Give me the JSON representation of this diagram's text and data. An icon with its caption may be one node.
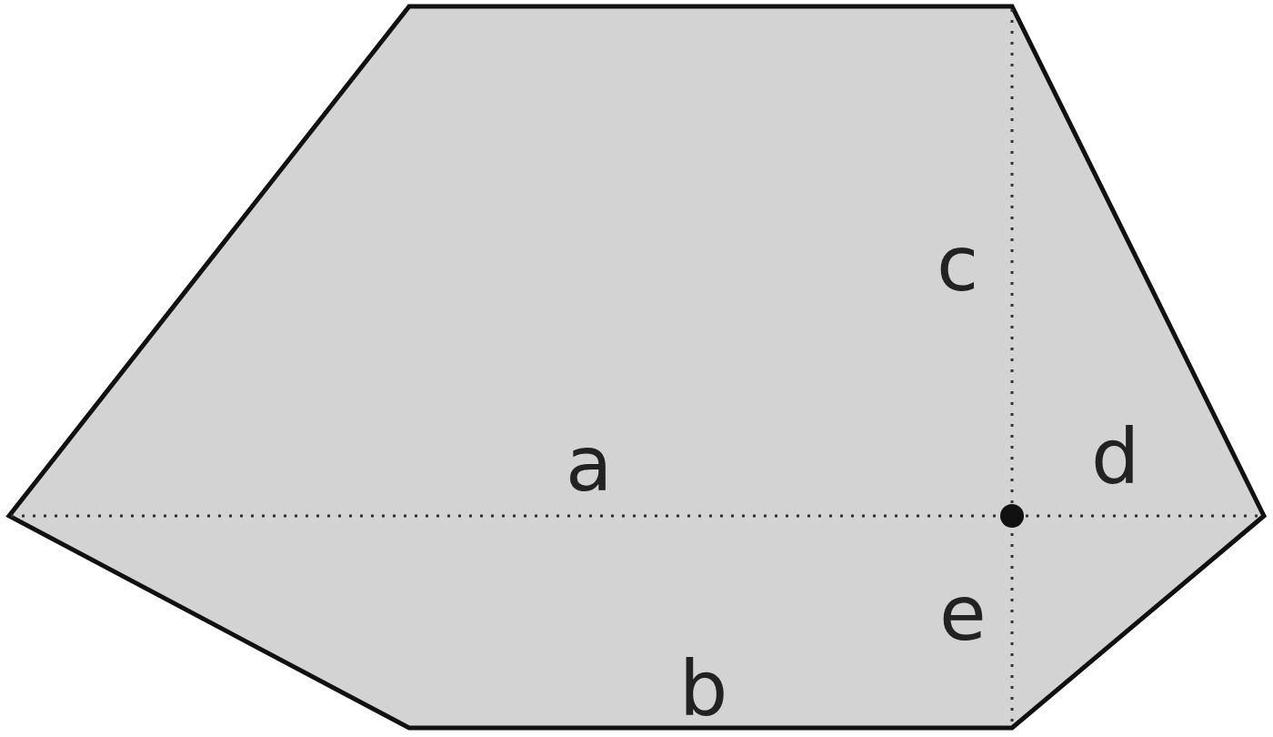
{
  "diagram": {
    "labels": [
      "c",
      "a",
      "d",
      "e",
      "b"
    ]
  }
}
